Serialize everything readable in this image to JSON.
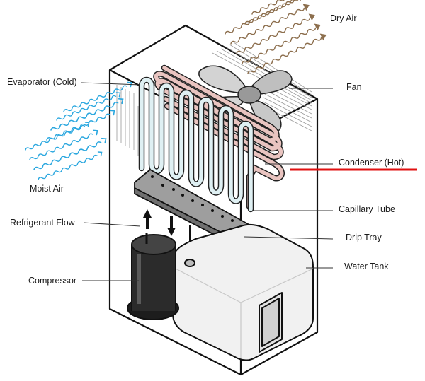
{
  "labels": {
    "dry_air": "Dry Air",
    "fan": "Fan",
    "evaporator": "Evaporator (Cold)",
    "condenser": "Condenser (Hot)",
    "moist_air": "Moist Air",
    "capillary_tube": "Capillary Tube",
    "refrigerant_flow": "Refrigerant Flow",
    "drip_tray": "Drip Tray",
    "compressor": "Compressor",
    "water_tank": "Water Tank"
  },
  "colors": {
    "moist_air_arrows": "#2aa7df",
    "dry_air_arrows": "#8c6e4d",
    "evaporator_coil": "#dff0f3",
    "condenser_coil": "#e9c4c0",
    "compressor": "#2b2b2b",
    "highlight_line": "#e01010",
    "outline": "#111111"
  }
}
